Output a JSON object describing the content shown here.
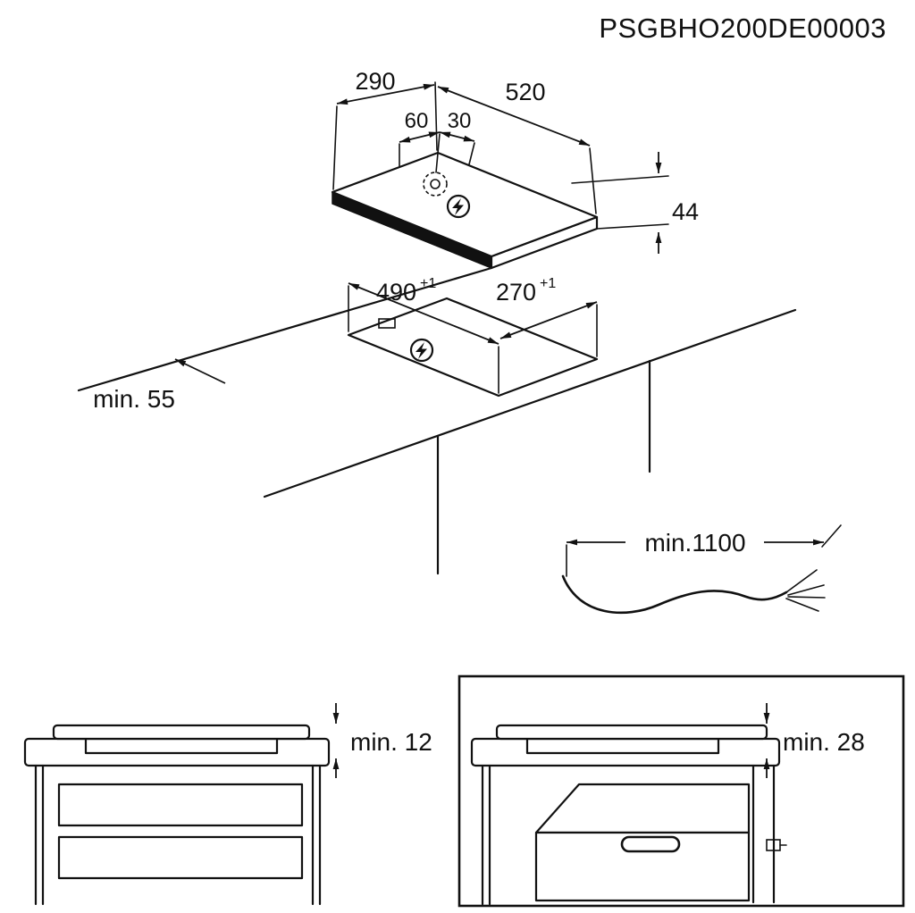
{
  "title": "PSGBHO200DE00003",
  "colors": {
    "line": "#111111",
    "background": "#ffffff"
  },
  "top_view": {
    "width_label": "290",
    "depth_label": "520",
    "hole_dim_a": "60",
    "hole_dim_b": "30",
    "height_label": "44"
  },
  "cutout_view": {
    "length_value": "490",
    "length_tolerance": "+1",
    "width_value": "270",
    "width_tolerance": "+1",
    "front_distance_label": "min. 55"
  },
  "cable_view": {
    "length_label": "min.1100"
  },
  "section_drawer": {
    "clearance_label": "min. 12"
  },
  "section_oven": {
    "clearance_label": "min. 28"
  }
}
